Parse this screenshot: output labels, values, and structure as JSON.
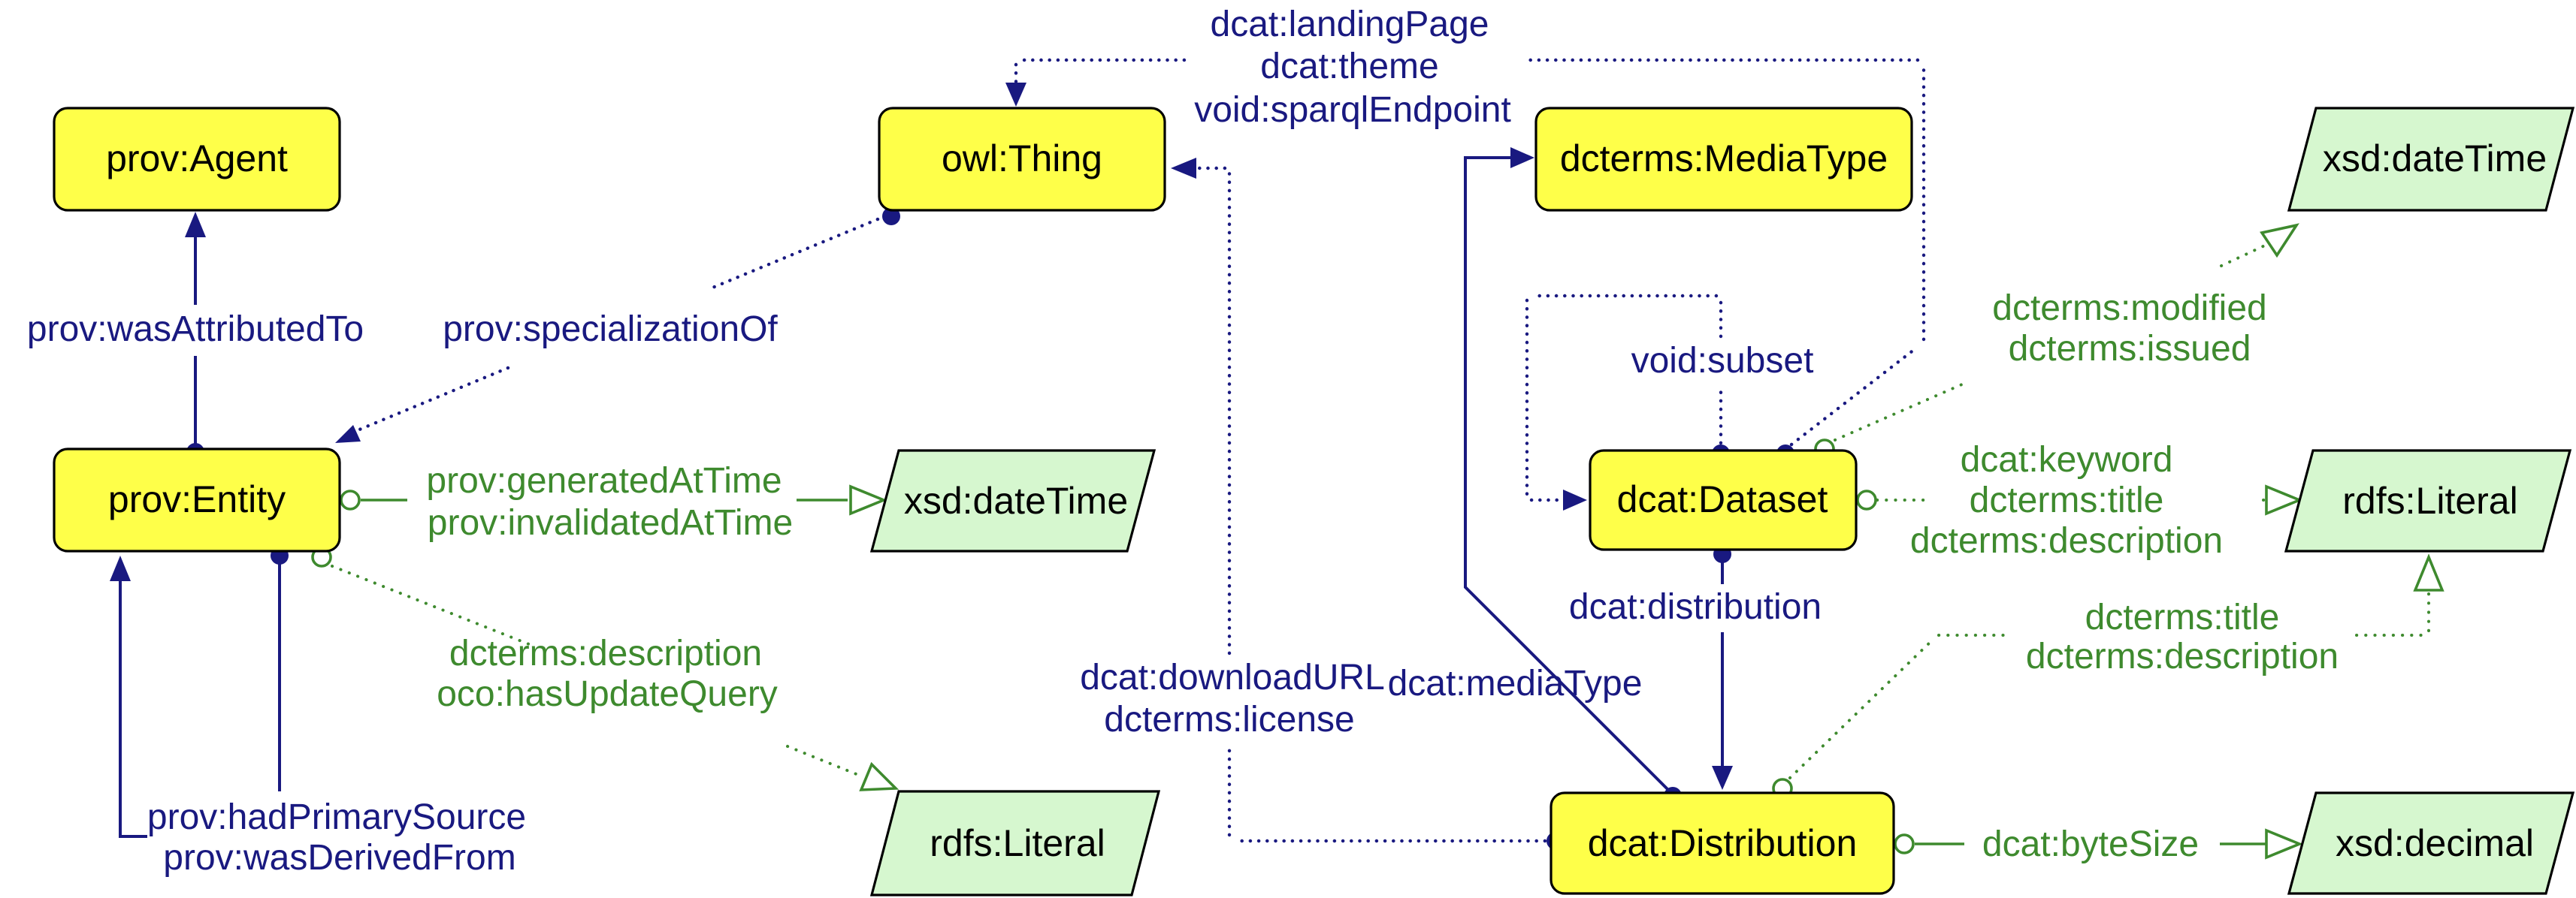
{
  "diagram_title": "DCAT PROV ontology diagram",
  "colors": {
    "class_fill": "#feff49",
    "class_border": "#000000",
    "datatype_fill": "#d6f7cf",
    "object_property_color": "#191980",
    "datatype_property_color": "#3e8a2e"
  },
  "nodes": {
    "prov_agent": "prov:Agent",
    "owl_thing": "owl:Thing",
    "dcterms_mediatype": "dcterms:MediaType",
    "xsd_datetime_top": "xsd:dateTime",
    "prov_entity": "prov:Entity",
    "xsd_datetime_mid": "xsd:dateTime",
    "dcat_dataset": "dcat:Dataset",
    "rdfs_literal_right": "rdfs:Literal",
    "rdfs_literal_bottom": "rdfs:Literal",
    "dcat_distribution": "dcat:Distribution",
    "xsd_decimal": "xsd:decimal"
  },
  "object_properties": {
    "was_attributed_to": "prov:wasAttributedTo",
    "specialization_of": "prov:specializationOf",
    "landing_page": "dcat:landingPage",
    "theme": "dcat:theme",
    "sparql_endpoint": "void:sparqlEndpoint",
    "subset": "void:subset",
    "distribution": "dcat:distribution",
    "media_type": "dcat:mediaType",
    "download_url": "dcat:downloadURL",
    "license": "dcterms:license",
    "had_primary_source": "prov:hadPrimarySource",
    "was_derived_from": "prov:wasDerivedFrom"
  },
  "datatype_properties": {
    "generated_at_time": "prov:generatedAtTime",
    "invalidated_at_time": "prov:invalidatedAtTime",
    "description_entity": "dcterms:description",
    "has_update_query": "oco:hasUpdateQuery",
    "modified": "dcterms:modified",
    "issued": "dcterms:issued",
    "keyword": "dcat:keyword",
    "title_dataset": "dcterms:title",
    "description_dataset": "dcterms:description",
    "title_distribution": "dcterms:title",
    "description_distribution": "dcterms:description",
    "byte_size": "dcat:byteSize"
  }
}
